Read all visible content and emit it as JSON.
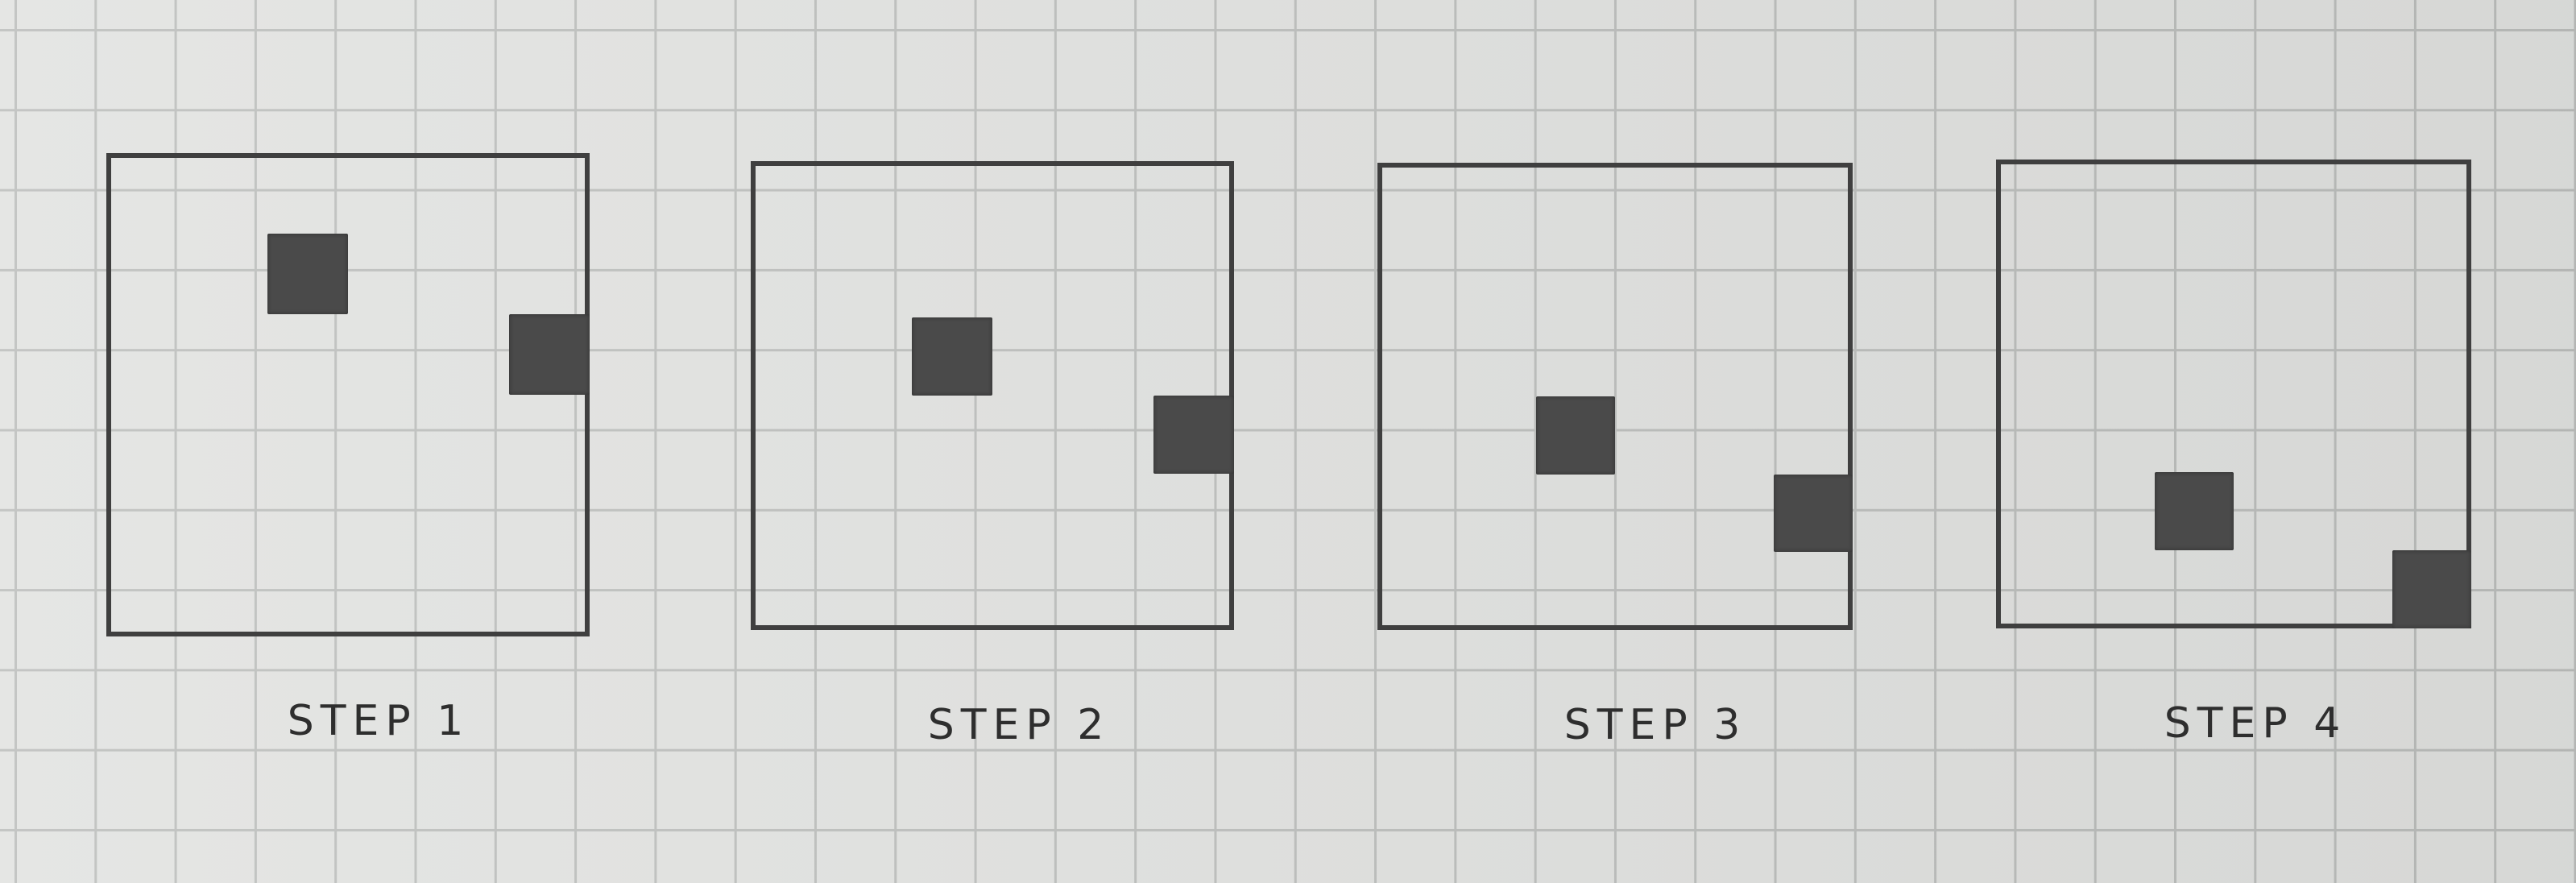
{
  "title": "",
  "grid_size": 6,
  "steps": [
    {
      "label": "STEP 1",
      "filled_cells": [
        {
          "row": 1,
          "col": 2
        },
        {
          "row": 2,
          "col": 5
        }
      ]
    },
    {
      "label": "STEP 2",
      "filled_cells": [
        {
          "row": 2,
          "col": 2
        },
        {
          "row": 3,
          "col": 5
        }
      ]
    },
    {
      "label": "STEP 3",
      "filled_cells": [
        {
          "row": 3,
          "col": 2
        },
        {
          "row": 4,
          "col": 5
        }
      ]
    },
    {
      "label": "STEP 4",
      "filled_cells": [
        {
          "row": 4,
          "col": 2
        },
        {
          "row": 5,
          "col": 5
        }
      ]
    }
  ],
  "colors": {
    "paper": "#e2e3e1",
    "grid_line": "#bdbfbd",
    "ink": "#3f3f3f",
    "filled_cell": "#4a4a4a"
  }
}
